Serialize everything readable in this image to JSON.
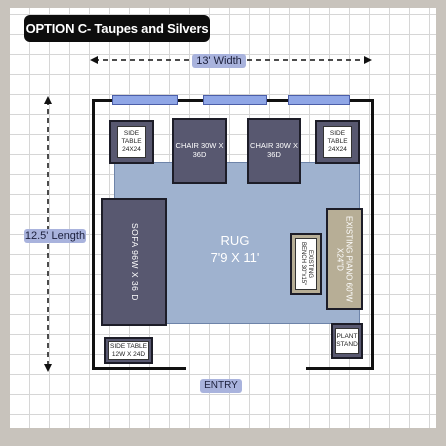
{
  "title": "OPTION C- Taupes and Silvers",
  "dimensions": {
    "width_label": "13' Width",
    "length_label": "12.5' Length"
  },
  "rug": {
    "label": "RUG",
    "size": "7'9 X 11'"
  },
  "furniture": {
    "side_table_left": "SIDE TABLE 24X24",
    "chair_left": "CHAIR 30W X 36D",
    "chair_right": "CHAIR 30W X 36D",
    "side_table_right": "SIDE TABLE 24X24",
    "sofa": "SOFA 96W X 36 D",
    "existing_bench": "EXISTING BENCH 30\"x15\"",
    "existing_piano": "EXISTING PIANO 60\"W X24\"D",
    "side_table_bottom": "SIDE TABLE 12W X 24D",
    "plant_stand": "PLANT STAND"
  },
  "entry": "ENTRY",
  "colors": {
    "wall": "#111111",
    "rug": "#9fb2cf",
    "furniture_dark": "#585870",
    "piano_taupe": "#b7ae96",
    "window": "#8fa6e6",
    "label_badge": "#a9b3dd"
  }
}
